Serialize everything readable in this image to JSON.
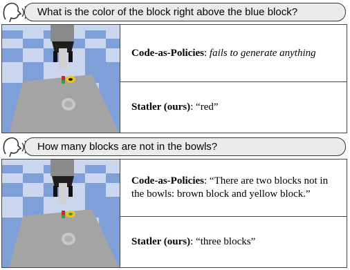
{
  "examples": [
    {
      "question": "What is the color of the block right above the blue block?",
      "baseline": {
        "method": "Code-as-Policies",
        "text": "fails to generate anything"
      },
      "ours": {
        "method": "Statler (ours)",
        "text": "“red”"
      }
    },
    {
      "question": "How many blocks are not in the bowls?",
      "baseline": {
        "method": "Code-as-Policies",
        "text": "“There are two blocks not in the bowls: brown block and yellow block.”"
      },
      "ours": {
        "method": "Statler (ours)",
        "text": "“three blocks”"
      }
    }
  ],
  "colors": {
    "sky": "#c9d6ee",
    "floor_a": "#7f9fd8",
    "floor_b": "#e6ecf8",
    "table": "#9a9a9a",
    "red_block": "#d9261c",
    "yellow_bowl": "#f0c419"
  }
}
